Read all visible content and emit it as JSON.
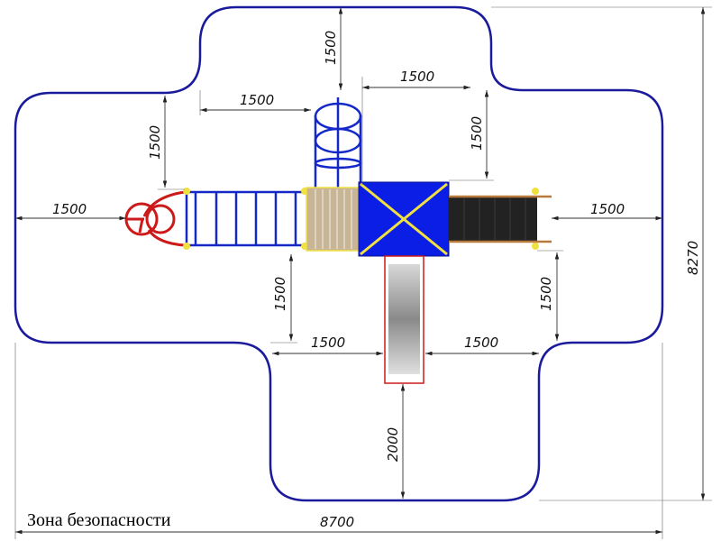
{
  "zone_label": "Зона безопасности",
  "dimensions": {
    "top_vertical": "1500",
    "top_left_horizontal": "1500",
    "top_right_horizontal": "1500",
    "right_upper_vertical": "1500",
    "left_upper_vertical": "1500",
    "left_horizontal": "1500",
    "right_horizontal": "1500",
    "left_lower_vertical": "1500",
    "right_lower_vertical": "1500",
    "bottom_left_horizontal": "1500",
    "bottom_right_horizontal": "1500",
    "bottom_vertical": "2000",
    "overall_height": "8270",
    "overall_width": "8700"
  },
  "colors": {
    "zone_outline": "#1a1a9c",
    "frame_blue": "#1428c8",
    "roof_blue": "#0a1ee6",
    "accent_yellow": "#f0e040",
    "red": "#cc1a1a",
    "deck": "#c8b596",
    "bridge": "#222222"
  }
}
